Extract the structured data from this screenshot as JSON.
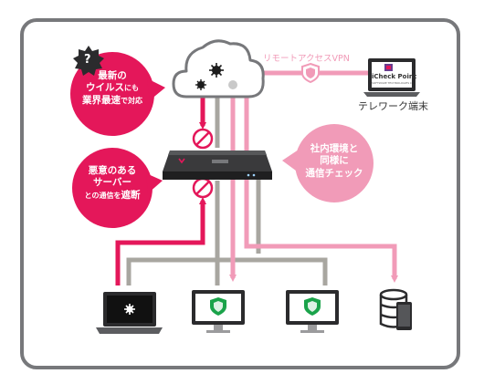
{
  "bubble_top": {
    "line1": "最新の",
    "line2_main": "ウイルス",
    "line2_small": "にも",
    "line3_main": "業界最速",
    "line3_small": "で対応"
  },
  "bubble_mid": {
    "line1": "悪意のある",
    "line2": "サーバー",
    "line3_small": "との通信を",
    "line3_main": "遮断"
  },
  "bubble_right": {
    "line1": "社内環境と",
    "line2": "同様に",
    "line3": "通信チェック"
  },
  "vpn_label": "リモートアクセスVPN",
  "telework_label": "テレワーク端末",
  "laptop_screen_title": "iCheck Point",
  "laptop_screen_sub": "SOFTWARE TECHNOLOGIES LTD.",
  "help_icon_glyph": "?",
  "colors": {
    "pink": "#e4175a",
    "light_pink": "#f19bb8",
    "gray_line": "#a8a6a0",
    "frame": "#77787b",
    "green_shield": "#1aa34a"
  }
}
